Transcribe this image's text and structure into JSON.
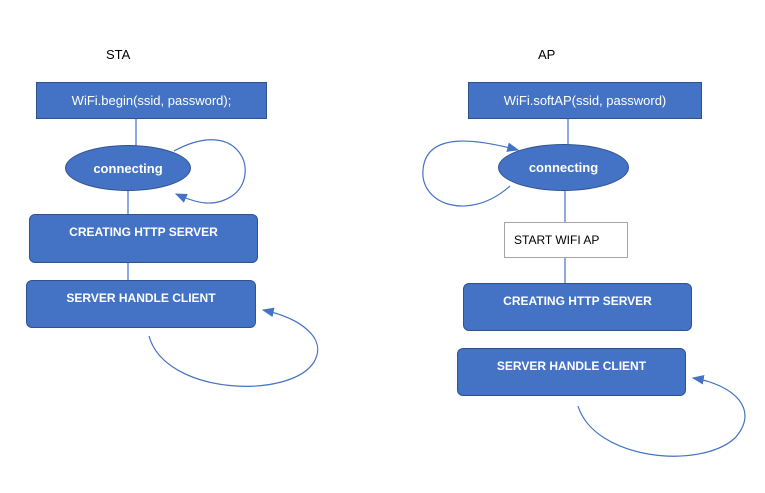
{
  "sta": {
    "title": "STA",
    "begin": "WiFi.begin(ssid, password);",
    "connecting": "connecting",
    "create_server": "CREATING HTTP SERVER",
    "handle_client": "SERVER HANDLE CLIENT"
  },
  "ap": {
    "title": "AP",
    "soft_ap": "WiFi.softAP(ssid, password)",
    "connecting": "connecting",
    "start_ap": "START WIFI AP",
    "create_server": "CREATING HTTP SERVER",
    "handle_client": "SERVER HANDLE CLIENT"
  },
  "colors": {
    "box_fill": "#4472c4",
    "box_border": "#2f528f",
    "arrow": "#4472c4"
  }
}
